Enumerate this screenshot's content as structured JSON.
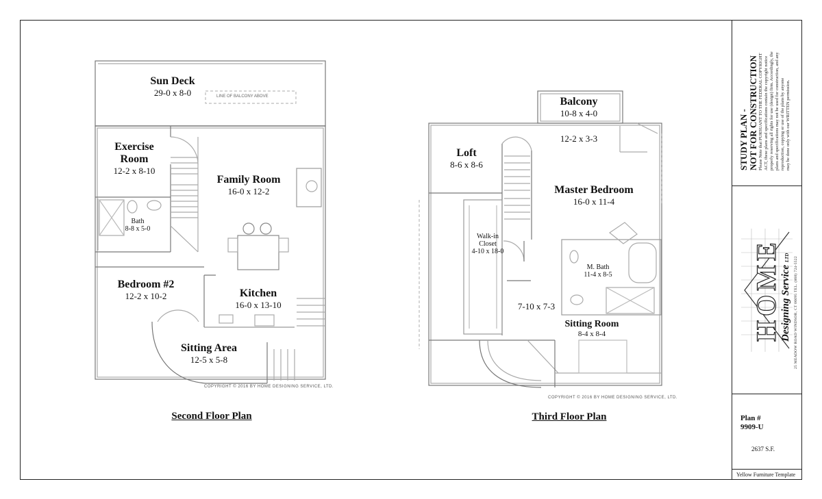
{
  "second_floor": {
    "title": "Second Floor Plan",
    "copyright": "COPYRIGHT © 2016 BY HOME DESIGNING SERVICE, LTD.",
    "balcony_note": "LINE OF BALCONY ABOVE",
    "rooms": [
      {
        "name": "Sun Deck",
        "dim": "29-0 x 8-0"
      },
      {
        "name": "Exercise Room",
        "dim": "12-2 x 8-10"
      },
      {
        "name": "Family Room",
        "dim": "16-0 x 12-2"
      },
      {
        "name": "Bath",
        "dim": "8-8 x 5-0"
      },
      {
        "name": "Bedroom #2",
        "dim": "12-2 x 10-2"
      },
      {
        "name": "Kitchen",
        "dim": "16-0 x 13-10"
      },
      {
        "name": "Sitting Area",
        "dim": "12-5 x 5-8"
      }
    ]
  },
  "third_floor": {
    "title": "Third Floor Plan",
    "copyright": "COPYRIGHT © 2016 BY HOME DESIGNING SERVICE, LTD.",
    "rooms": [
      {
        "name": "Balcony",
        "dim": "10-8 x 4-0"
      },
      {
        "name": "",
        "dim": "12-2 x 3-3"
      },
      {
        "name": "Loft",
        "dim": "8-6 x 8-6"
      },
      {
        "name": "Master Bedroom",
        "dim": "16-0 x 11-4"
      },
      {
        "name": "Walk-in Closet",
        "dim": "4-10 x 18-0"
      },
      {
        "name": "M. Bath",
        "dim": "11-4 x 8-5"
      },
      {
        "name": "",
        "dim": "7-10 x 7-3"
      },
      {
        "name": "Sitting Room",
        "dim": "8-4 x 8-4"
      }
    ]
  },
  "title_block": {
    "study_line1": "STUDY PLAN -",
    "study_line2": "NOT FOR CONSTRUCTION",
    "legal_lines": [
      "Please Note that PURSUANT TO THE FEDERAL COPYRIGHT",
      "ACT, these plans and specifications contain the copyright notice",
      "properly reserving all rights for use (design) firm. Accordingly, the",
      "plans and specifications may not be used for construction, and any",
      "reproduction, copying or use of the plans by anyone",
      "may be done only with our WRITTEN permission."
    ],
    "logo_word1": "HOME",
    "logo_word2": "Designing Service",
    "logo_suffix": "LTD",
    "address": "25 MEADOW ROAD   WINDSOR, CT 06095   TEL. (860) 724-5522",
    "plan_label": "Plan #",
    "plan_number": "9909-U",
    "square_feet": "2637 S.F.",
    "template": "Yellow Furniture Template"
  }
}
